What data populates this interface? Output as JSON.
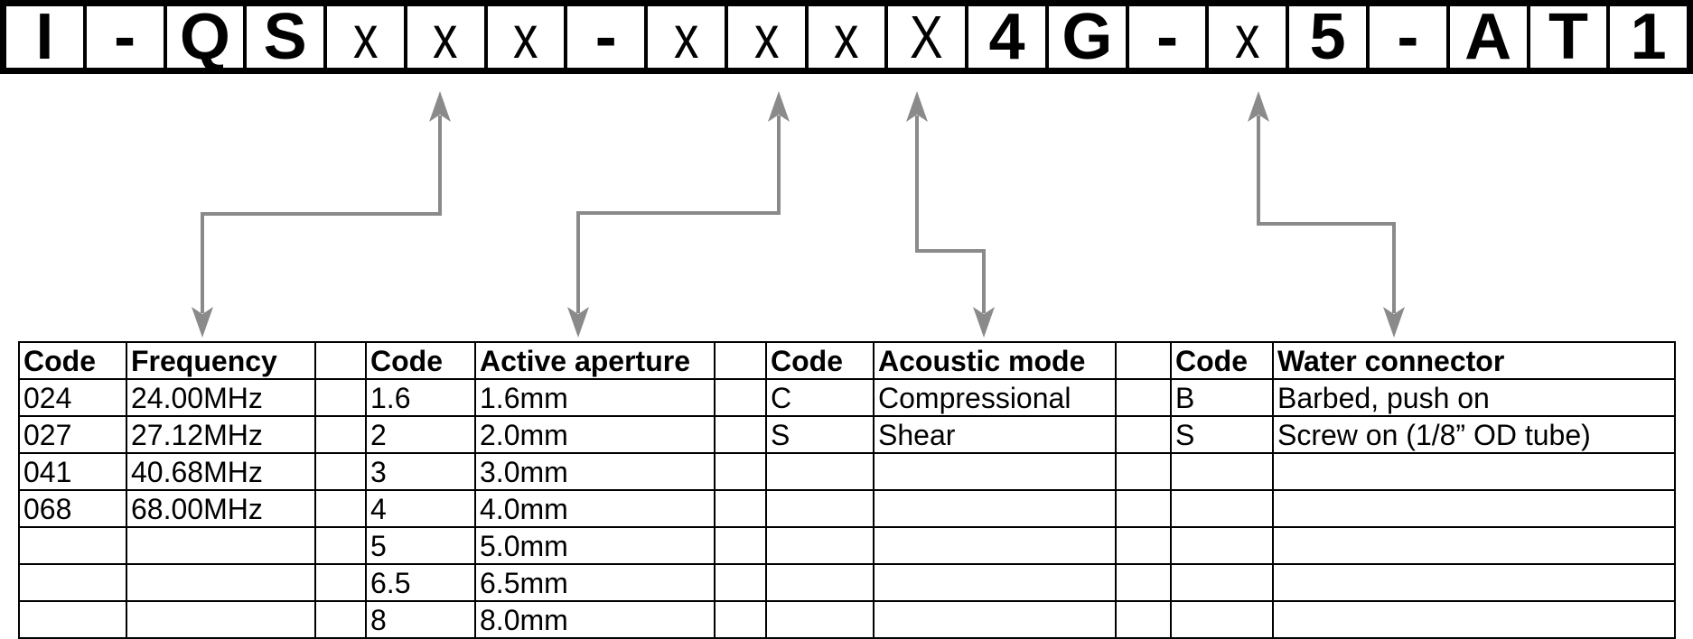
{
  "colors": {
    "ink": "#000000",
    "arrow_gray": "#8a8a8a",
    "background": "#ffffff"
  },
  "part_number": {
    "value": "I-QSxxx-xxxX4G-x5-AT1",
    "boxes": [
      {
        "char": "I",
        "placeholder": false
      },
      {
        "char": "-",
        "placeholder": false
      },
      {
        "char": "Q",
        "placeholder": false
      },
      {
        "char": "S",
        "placeholder": false
      },
      {
        "char": "x",
        "placeholder": true
      },
      {
        "char": "x",
        "placeholder": true
      },
      {
        "char": "x",
        "placeholder": true
      },
      {
        "char": "-",
        "placeholder": false
      },
      {
        "char": "x",
        "placeholder": true
      },
      {
        "char": "x",
        "placeholder": true
      },
      {
        "char": "x",
        "placeholder": true
      },
      {
        "char": "X",
        "placeholder": true
      },
      {
        "char": "4",
        "placeholder": false
      },
      {
        "char": "G",
        "placeholder": false
      },
      {
        "char": "-",
        "placeholder": false
      },
      {
        "char": "x",
        "placeholder": true
      },
      {
        "char": "5",
        "placeholder": false
      },
      {
        "char": "-",
        "placeholder": false
      },
      {
        "char": "A",
        "placeholder": false
      },
      {
        "char": "T",
        "placeholder": false
      },
      {
        "char": "1",
        "placeholder": false
      }
    ]
  },
  "arrows": [
    {
      "from_box": 6,
      "to_table": "frequency"
    },
    {
      "from_box": 10,
      "to_table": "aperture"
    },
    {
      "from_box": 12,
      "to_table": "acoustic"
    },
    {
      "from_box": 16,
      "to_table": "water"
    }
  ],
  "tables": [
    {
      "id": "frequency",
      "code_header": "Code",
      "value_header": "Frequency",
      "rows": [
        [
          "024",
          "24.00MHz"
        ],
        [
          "027",
          "27.12MHz"
        ],
        [
          "041",
          "40.68MHz"
        ],
        [
          "068",
          "68.00MHz"
        ]
      ]
    },
    {
      "id": "aperture",
      "code_header": "Code",
      "value_header": "Active aperture",
      "rows": [
        [
          "1.6",
          "1.6mm"
        ],
        [
          "2",
          "2.0mm"
        ],
        [
          "3",
          "3.0mm"
        ],
        [
          "4",
          "4.0mm"
        ],
        [
          "5",
          "5.0mm"
        ],
        [
          "6.5",
          "6.5mm"
        ],
        [
          "8",
          "8.0mm"
        ]
      ]
    },
    {
      "id": "acoustic",
      "code_header": "Code",
      "value_header": "Acoustic mode",
      "rows": [
        [
          "C",
          "Compressional"
        ],
        [
          "S",
          "Shear"
        ]
      ]
    },
    {
      "id": "water",
      "code_header": "Code",
      "value_header": "Water connector",
      "rows": [
        [
          "B",
          "Barbed, push on"
        ],
        [
          "S",
          "Screw on (1/8” OD tube)"
        ]
      ]
    }
  ]
}
